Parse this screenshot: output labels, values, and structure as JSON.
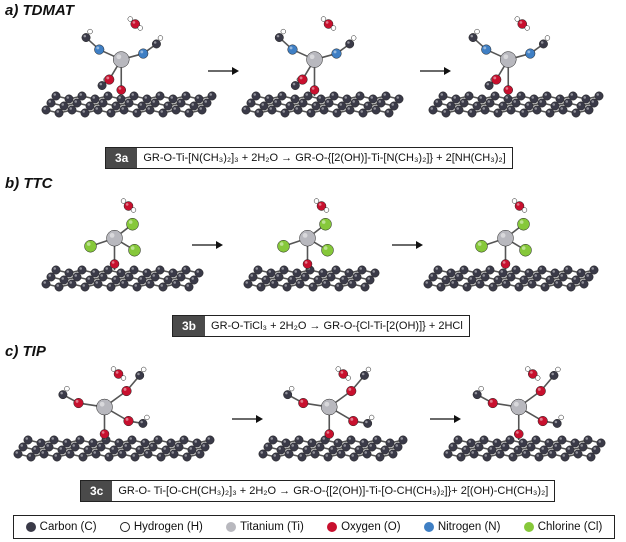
{
  "sections": {
    "a": {
      "title": "a) TDMAT",
      "tag": "3a",
      "equation": "GR-O-Ti-[N(CH₃)₂]₃ + 2H₂O → GR-O-{[2(OH)]-Ti-[N(CH₃)₂]} + 2[NH(CH₃)₂]"
    },
    "b": {
      "title": "b) TTC",
      "tag": "3b",
      "equation": "GR-O-TiCl₃ + 2H₂O → GR-O-{Cl-Ti-[2(OH)]} + 2HCl"
    },
    "c": {
      "title": "c) TIP",
      "tag": "3c",
      "equation": "GR-O- Ti-[O-CH(CH₃)₂]₃ + 2H₂O → GR-O-{[2(OH)]-Ti-[O-CH(CH₃)₂]}+ 2[(OH)-CH(CH₃)₂]"
    }
  },
  "legend": [
    {
      "label": "Carbon (C)",
      "color": "#3a3a48"
    },
    {
      "label": "Hydrogen (H)",
      "color": "#ffffff"
    },
    {
      "label": "Titanium (Ti)",
      "color": "#b8b8be"
    },
    {
      "label": "Oxygen (O)",
      "color": "#c8102e"
    },
    {
      "label": "Nitrogen (N)",
      "color": "#3f7fc4"
    },
    {
      "label": "Chlorine (Cl)",
      "color": "#86c83a"
    }
  ]
}
